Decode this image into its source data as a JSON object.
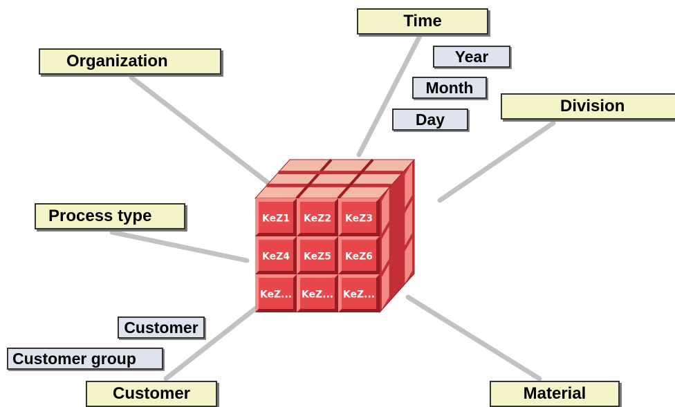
{
  "dimensions": {
    "time": "Time",
    "organization": "Organization",
    "division": "Division",
    "process_type": "Process type",
    "customer": "Customer",
    "material": "Material"
  },
  "time_levels": {
    "year": "Year",
    "month": "Month",
    "day": "Day"
  },
  "customer_levels": {
    "customer": "Customer",
    "customer_group": "Customer group"
  },
  "cube": {
    "cells": [
      "KeZ1",
      "KeZ2",
      "KeZ3",
      "KeZ4",
      "KeZ5",
      "KeZ6",
      "KeZ...",
      "KeZ...",
      "KeZ..."
    ],
    "colors": {
      "front": "#e8474b",
      "front_highlight": "#f48a86",
      "front_shadow": "#9a1c22",
      "top": "#f3b8a8",
      "side": "#c42f35",
      "connector": "#c0c0c0"
    }
  }
}
